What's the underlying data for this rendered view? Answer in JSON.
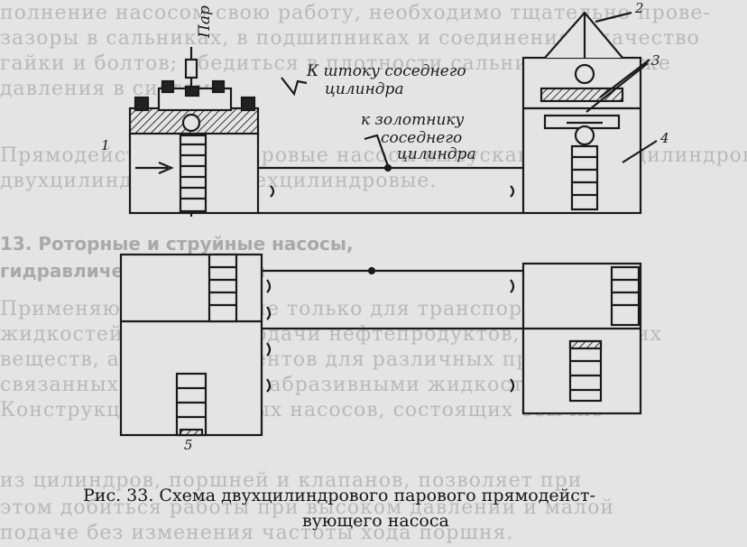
{
  "background_text": [
    "полнение насосом свою работу, необходимо тщательно прове-",
    "зазоры в сальниках, в подшипниках и соединениях, качество",
    "гайки и болтов; убедиться в плотности сальников, а также",
    "давления в системе.",
    "Прямодействующие паровые насосы выпускаются одноцилиндровые",
    "двухцилиндровые и трехцилиндровые.",
    "",
    "",
    "",
    "",
    "Применяются насосы не только для транспортировки",
    "жидкостей, но и для подачи нефтепродуктов, химических",
    "веществ, а также реагентов для различных процессов,",
    "связанных с вязкими и абразивными жидкостями.",
    "Конструкция поршневых насосов, состоящих обычно",
    "из цилиндров, поршней и клапанов, позволяет при",
    "этом добиться работы при высоком давлении и малой",
    "подаче без изменения частоты хода поршня."
  ],
  "section_heading": "13. Роторные и струйные насосы,",
  "section_heading_2": "гидравлические машины",
  "labels": {
    "steam": "Пар",
    "rod_1": "К штоку соседнего",
    "rod_2": "цилиндра",
    "valve_1": "к золотнику",
    "valve_2": "соседнего",
    "valve_3": "цилиндра"
  },
  "numbers": {
    "n1": "1",
    "n2": "2",
    "n3": "3",
    "n4": "4",
    "n5": "5"
  },
  "caption": {
    "line1": "Рис.   33.  Схема  двухцилиндрового  парового  прямодейст-",
    "line2": "вующего насоса"
  }
}
